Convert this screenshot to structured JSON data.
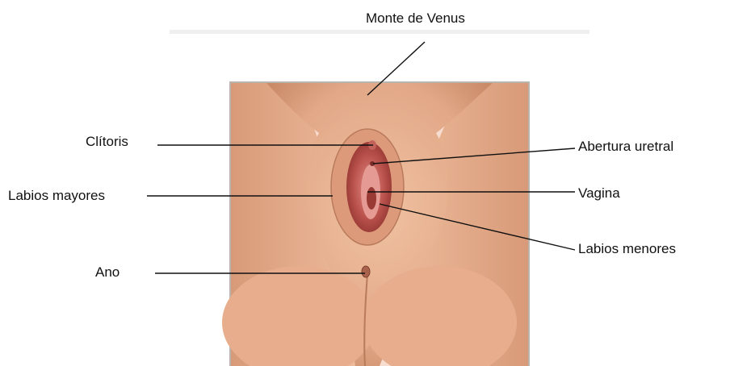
{
  "diagram": {
    "labels": {
      "monte_de_venus": "Monte de Venus",
      "clitoris": "Clítoris",
      "labios_mayores": "Labios mayores",
      "ano": "Ano",
      "abertura_uretral": "Abertura uretral",
      "vagina": "Vagina",
      "labios_menores": "Labios menores"
    },
    "colors": {
      "skin": "#e6b08f",
      "skin_shadow": "#c98a68",
      "inner": "#b8504a",
      "inner_dark": "#8a2f2c",
      "frame": "#b9b4ae",
      "leader": "#111111"
    }
  }
}
